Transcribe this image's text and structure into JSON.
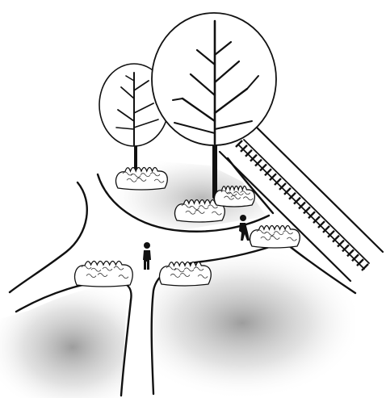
{
  "scene": {
    "description_free": true,
    "colors": {
      "ink": "#111111",
      "paper": "#ffffff",
      "shade": "#9a9a9a"
    },
    "icons": [
      "tree-large",
      "tree-small",
      "bush",
      "pedestrian",
      "railway-track",
      "road-curb"
    ],
    "counts": {
      "trees": 2,
      "bushes": 6,
      "pedestrians": 2,
      "railway_tracks": 1
    }
  }
}
